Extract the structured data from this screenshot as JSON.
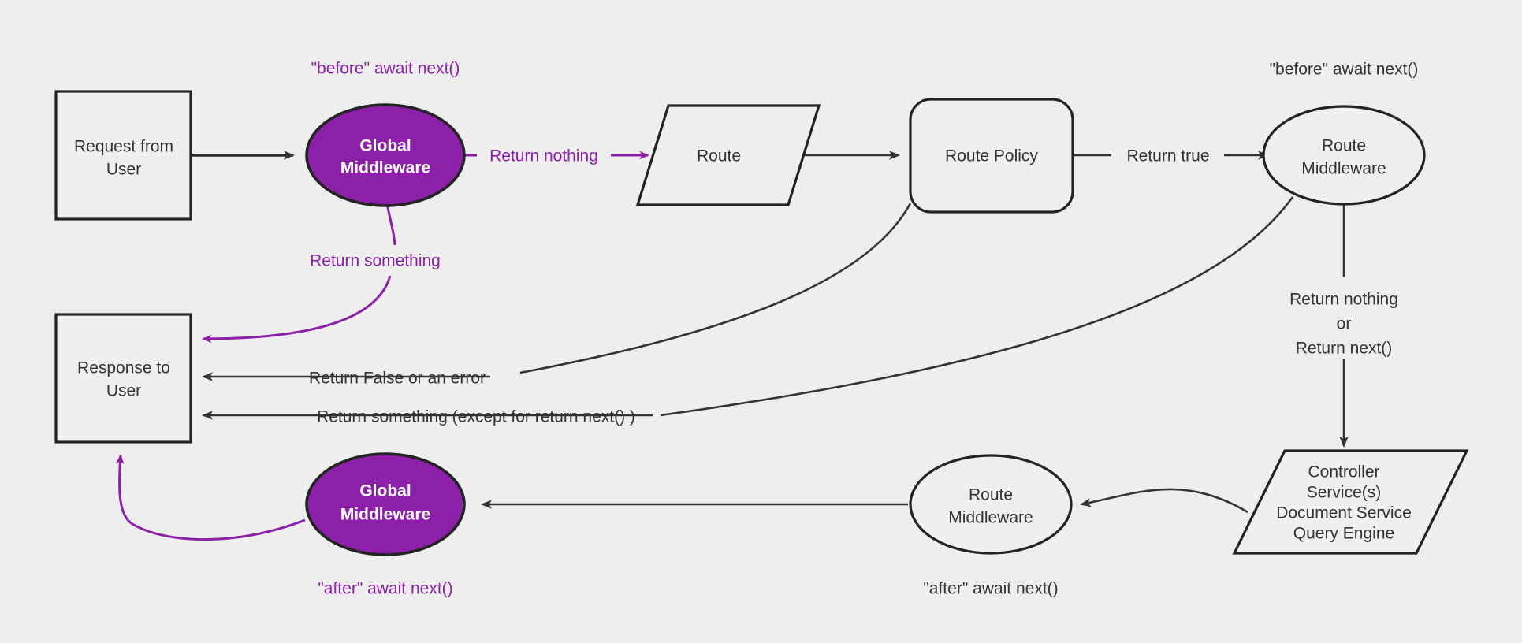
{
  "diagram": {
    "background_color": "#eeeeee",
    "accent_color": "#8c20a8",
    "line_color": "#333333",
    "shape_fill": "#efefef",
    "nodes": [
      {
        "id": "request",
        "label_line1": "Request from",
        "label_line2": "User",
        "shape": "rect"
      },
      {
        "id": "global_mw_top",
        "label_line1": "Global",
        "label_line2": "Middleware",
        "shape": "ellipse-filled"
      },
      {
        "id": "route",
        "label_line1": "Route",
        "label_line2": "",
        "shape": "parallelogram"
      },
      {
        "id": "route_policy",
        "label_line1": "Route Policy",
        "label_line2": "",
        "shape": "rounded-rect"
      },
      {
        "id": "route_mw_top",
        "label_line1": "Route",
        "label_line2": "Middleware",
        "shape": "ellipse"
      },
      {
        "id": "controller",
        "label_line1": "Controller",
        "label_line2": "Service(s)",
        "label_line3": "Document Service",
        "label_line4": "Query Engine",
        "shape": "parallelogram"
      },
      {
        "id": "route_mw_bottom",
        "label_line1": "Route",
        "label_line2": "Middleware",
        "shape": "ellipse"
      },
      {
        "id": "global_mw_bottom",
        "label_line1": "Global",
        "label_line2": "Middleware",
        "shape": "ellipse-filled"
      },
      {
        "id": "response",
        "label_line1": "Response to",
        "label_line2": "User",
        "shape": "rect"
      }
    ],
    "edge_labels": {
      "return_nothing": "Return nothing",
      "return_something": "Return something",
      "return_true": "Return true",
      "return_false_or_error": "Return False or an error",
      "return_something_except": "Return something (except for return next() )",
      "return_nothing_rm": "Return nothing",
      "or": "or",
      "return_next_rm": "Return next()"
    },
    "annotations": {
      "before_global": "\"before\" await next()",
      "before_route_mw": "\"before\" await next()",
      "after_global": "\"after\" await next()",
      "after_route_mw": "\"after\" await next()"
    }
  }
}
